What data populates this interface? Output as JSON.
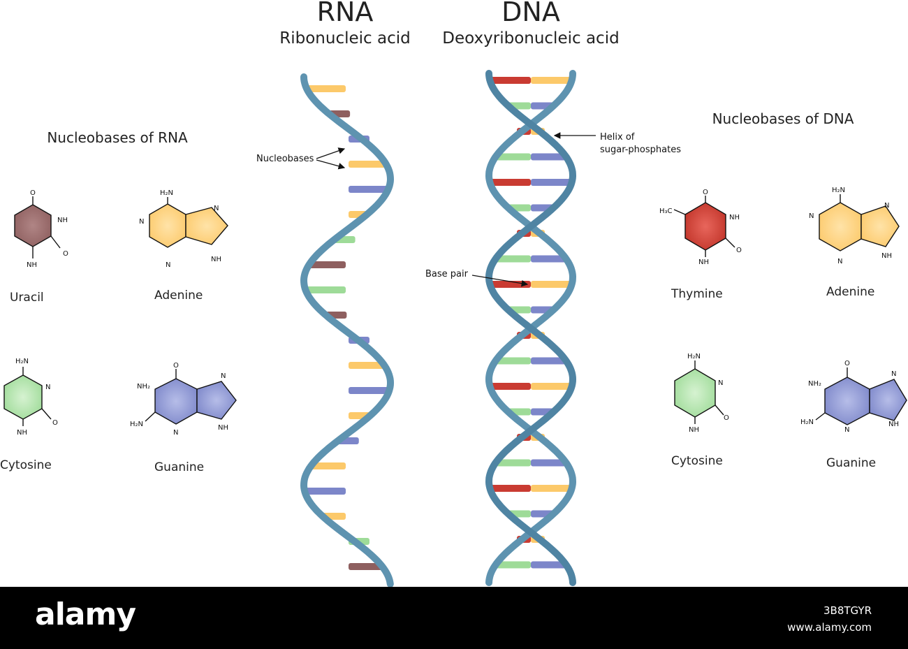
{
  "headings": {
    "rna_title": "RNA",
    "rna_subtitle": "Ribonucleic acid",
    "dna_title": "DNA",
    "dna_subtitle": "Deoxyribonucleic acid",
    "rna_bases_heading": "Nucleobases of RNA",
    "dna_bases_heading": "Nucleobases of DNA"
  },
  "annotations": {
    "nucleobases": "Nucleobases",
    "helix_line1": "Helix of",
    "helix_line2": "sugar-phosphates",
    "base_pair": "Base pair"
  },
  "molecules": {
    "uracil": {
      "name": "Uracil",
      "color": "#8e5f5f",
      "atoms": [
        "O",
        "NH",
        "O",
        "NH"
      ]
    },
    "adenine_rna": {
      "name": "Adenine",
      "color": "#fcc96a",
      "atoms": [
        "H₂N",
        "N",
        "N",
        "N",
        "NH"
      ]
    },
    "cytosine_rna": {
      "name": "Cytosine",
      "color": "#9edb98",
      "atoms": [
        "H₂N",
        "N",
        "O",
        "NH"
      ]
    },
    "guanine_rna": {
      "name": "Guanine",
      "color": "#7c86c9",
      "atoms": [
        "O",
        "NH₂",
        "N",
        "H₂N",
        "N",
        "NH"
      ]
    },
    "thymine": {
      "name": "Thymine",
      "color": "#c93b32",
      "atoms": [
        "O",
        "H₃C",
        "NH",
        "O",
        "NH"
      ]
    },
    "adenine_dna": {
      "name": "Adenine",
      "color": "#fcc96a",
      "atoms": [
        "H₂N",
        "N",
        "N",
        "N",
        "NH"
      ]
    },
    "cytosine_dna": {
      "name": "Cytosine",
      "color": "#9edb98",
      "atoms": [
        "H₂N",
        "N",
        "O",
        "NH"
      ]
    },
    "guanine_dna": {
      "name": "Guanine",
      "color": "#7c86c9",
      "atoms": [
        "O",
        "NH₂",
        "N",
        "H₂N",
        "N",
        "NH"
      ]
    }
  },
  "colors": {
    "strand": "#5e93b0",
    "uracil": "#8e5f5f",
    "adenine": "#fcc96a",
    "cytosine": "#9edb98",
    "guanine": "#7c86c9",
    "thymine": "#c93b32"
  },
  "rna_bases": [
    "adenine",
    "uracil",
    "guanine",
    "adenine",
    "guanine",
    "adenine",
    "cytosine",
    "uracil",
    "cytosine",
    "uracil",
    "guanine",
    "adenine",
    "guanine",
    "adenine",
    "guanine",
    "adenine",
    "guanine",
    "adenine",
    "cytosine",
    "uracil"
  ],
  "dna_pairs": [
    [
      "thymine",
      "adenine"
    ],
    [
      "cytosine",
      "guanine"
    ],
    [
      "thymine",
      "adenine"
    ],
    [
      "cytosine",
      "guanine"
    ],
    [
      "thymine",
      "guanine"
    ],
    [
      "cytosine",
      "guanine"
    ],
    [
      "thymine",
      "adenine"
    ],
    [
      "cytosine",
      "guanine"
    ],
    [
      "thymine",
      "adenine"
    ],
    [
      "cytosine",
      "guanine"
    ],
    [
      "thymine",
      "adenine"
    ],
    [
      "cytosine",
      "guanine"
    ],
    [
      "thymine",
      "adenine"
    ],
    [
      "cytosine",
      "guanine"
    ],
    [
      "thymine",
      "adenine"
    ],
    [
      "cytosine",
      "guanine"
    ],
    [
      "thymine",
      "adenine"
    ],
    [
      "cytosine",
      "guanine"
    ],
    [
      "thymine",
      "adenine"
    ],
    [
      "cytosine",
      "guanine"
    ]
  ],
  "footer": {
    "logo": "alamy",
    "image_id": "3B8TGYR",
    "site": "www.alamy.com"
  }
}
